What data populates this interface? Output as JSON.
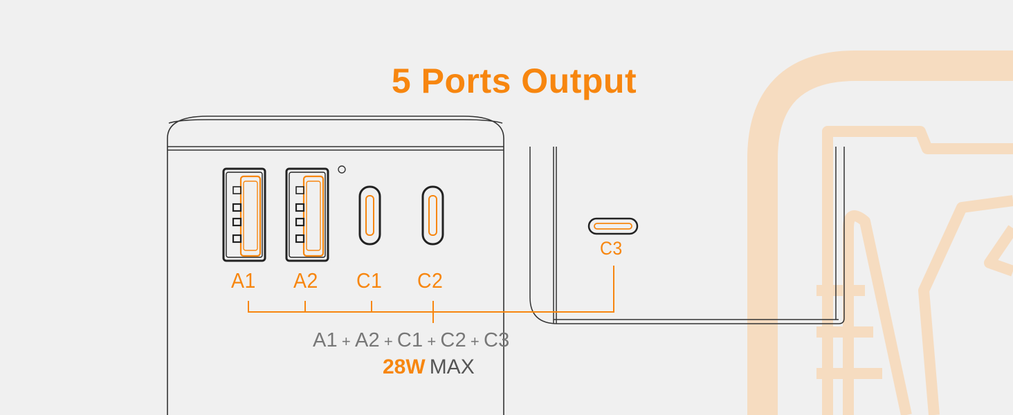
{
  "title": "5 Ports Output",
  "ports": {
    "a1": "A1",
    "a2": "A2",
    "c1": "C1",
    "c2": "C2",
    "c3": "C3"
  },
  "formula": {
    "terms": [
      "A1",
      "A2",
      "C1",
      "C2",
      "C3"
    ],
    "operator": "+"
  },
  "power": {
    "value": "28W",
    "label": "MAX"
  },
  "colors": {
    "accent": "#f7860f",
    "outline": "#333333",
    "background": "#f0f0f0",
    "watermark": "#f6dcc0"
  },
  "icons": {
    "watermark": "charger-bolt-icon",
    "usb_a": "usb-a-port-icon",
    "usb_c": "usb-c-port-icon"
  }
}
